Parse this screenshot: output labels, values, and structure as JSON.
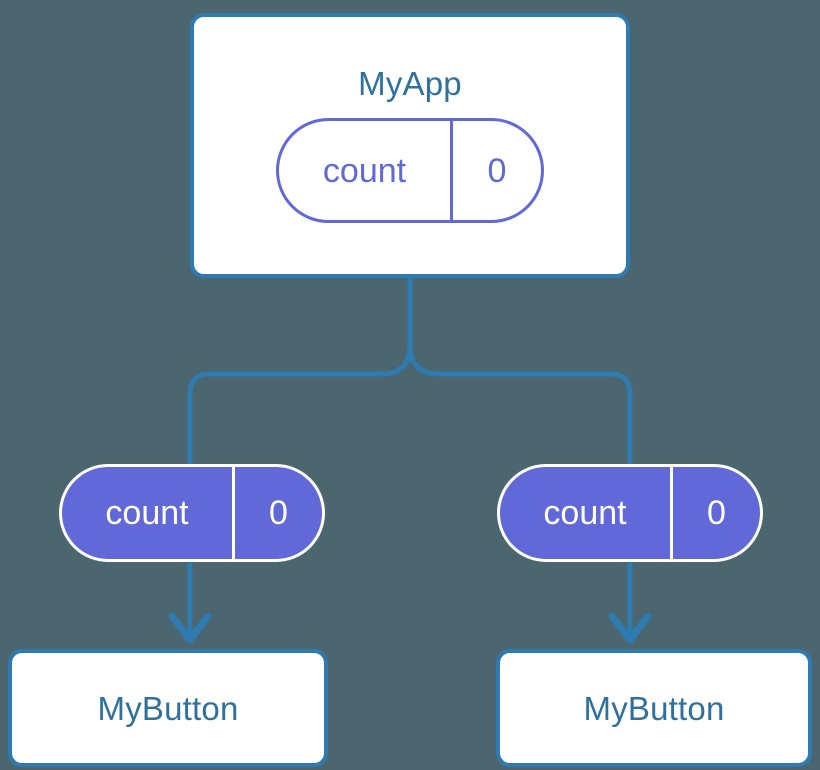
{
  "diagram": {
    "type": "component-tree",
    "title": "MyApp",
    "background_color": "#4c6670",
    "accent_blue": "#2d7bb0",
    "text_blue": "#2e719f",
    "accent_purple": "#6168d8",
    "white": "#ffffff",
    "root": {
      "name": "root-component",
      "label": "MyApp",
      "state": {
        "key": "count",
        "value": "0",
        "style": "outline"
      }
    },
    "branches": [
      {
        "name": "left-branch",
        "prop": {
          "key": "count",
          "value": "0",
          "style": "filled"
        },
        "child": {
          "name": "left-child-component",
          "label": "MyButton"
        }
      },
      {
        "name": "right-branch",
        "prop": {
          "key": "count",
          "value": "0",
          "style": "filled"
        },
        "child": {
          "name": "right-child-component",
          "label": "MyButton"
        }
      }
    ]
  }
}
